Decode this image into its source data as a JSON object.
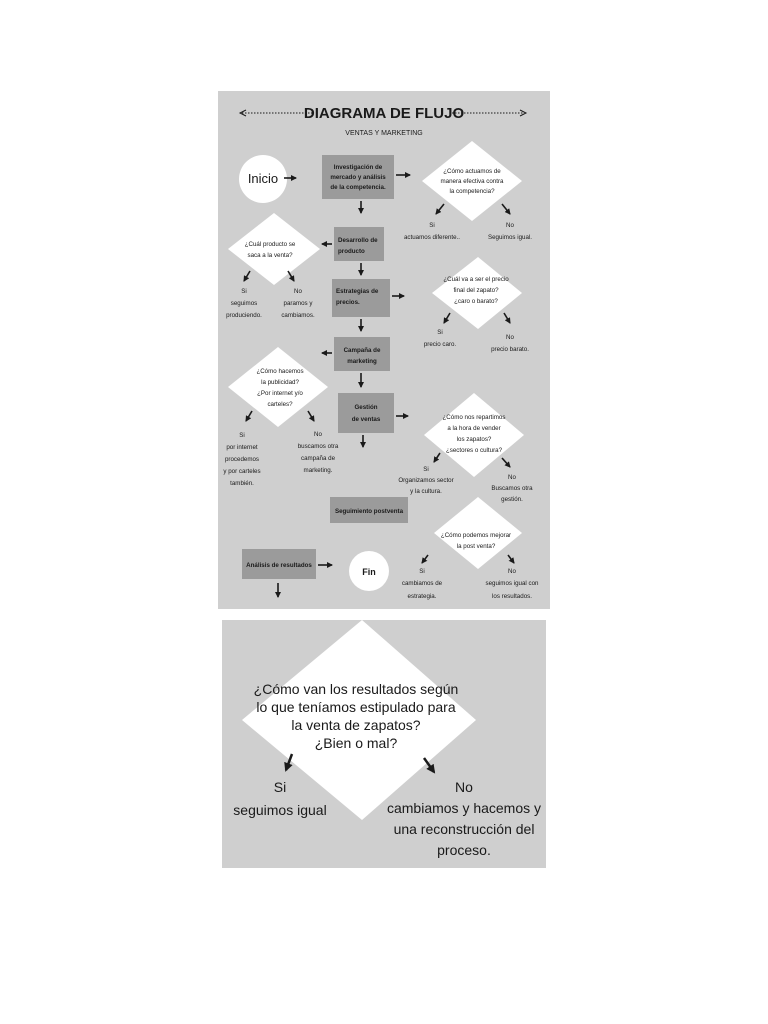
{
  "header": {
    "title": "DIAGRAMA DE FLUJO",
    "subtitle": "VENTAS Y MARKETING"
  },
  "nodes": {
    "inicio": "Inicio",
    "investigacion": [
      "Investigación de",
      "mercado y análisis",
      "de la competencia."
    ],
    "q_competencia": [
      "¿Cómo actuamos de",
      "manera efectiva contra",
      "la competencia?"
    ],
    "a_competencia_si": [
      "Si",
      "actuamos diferente.."
    ],
    "a_competencia_no": [
      "No",
      "Seguimos igual."
    ],
    "desarrollo": [
      "Desarrollo de",
      "producto"
    ],
    "q_producto": [
      "¿Cuál producto se",
      "saca a la venta?"
    ],
    "a_producto_si": [
      "Si",
      "seguimos",
      "produciendo."
    ],
    "a_producto_no": [
      "No",
      "paramos y",
      "cambiamos."
    ],
    "estrategias": [
      "Estrategias de",
      "precios."
    ],
    "q_precio": [
      "¿Cuál va a ser el precio",
      "final del zapato?",
      "¿caro o barato?"
    ],
    "a_precio_si": [
      "Si",
      "precio caro."
    ],
    "a_precio_no": [
      "No",
      "precio barato."
    ],
    "campana": [
      "Campaña de",
      "marketing"
    ],
    "q_publicidad": [
      "¿Cómo hacemos",
      "la publicidad?",
      "¿Por internet y/o",
      "carteles?"
    ],
    "a_publicidad_si": [
      "Si",
      "por internet",
      "procedemos",
      "y por carteles",
      "también."
    ],
    "a_publicidad_no": [
      "No",
      "buscamos otra",
      "campaña de",
      "marketing."
    ],
    "gestion": [
      "Gestión",
      "de ventas"
    ],
    "q_repartimos": [
      "¿Cómo nos repartimos",
      "a la hora de vender",
      "los zapatos?",
      "¿sectores o cultura?"
    ],
    "a_repartimos_si": [
      "Si",
      "Organizamos sector",
      "y la cultura."
    ],
    "a_repartimos_no": [
      "No",
      "Buscamos otra",
      "gestión."
    ],
    "seguimiento": "Seguimiento postventa",
    "q_postventa": [
      "¿Cómo podemos mejorar",
      "la post venta?"
    ],
    "a_postventa_si": [
      "Si",
      "cambiamos de",
      "estrategia."
    ],
    "a_postventa_no": [
      "No",
      "seguimos igual con",
      "los resultados."
    ],
    "analisis": "Análisis de resultados",
    "fin": "Fin"
  },
  "bottom": {
    "question": [
      "¿Cómo van los resultados según",
      "lo que teníamos estipulado para",
      "la venta de zapatos?",
      "¿Bien o mal?"
    ],
    "si": [
      "Si",
      "seguimos igual"
    ],
    "no": [
      "No",
      "cambiamos y hacemos y",
      "una reconstrucción del",
      "proceso."
    ]
  },
  "colors": {
    "panel": "#cfcfcf",
    "box": "#9b9b9b",
    "shape_light": "#ffffff",
    "ink": "#1a1a1a"
  }
}
